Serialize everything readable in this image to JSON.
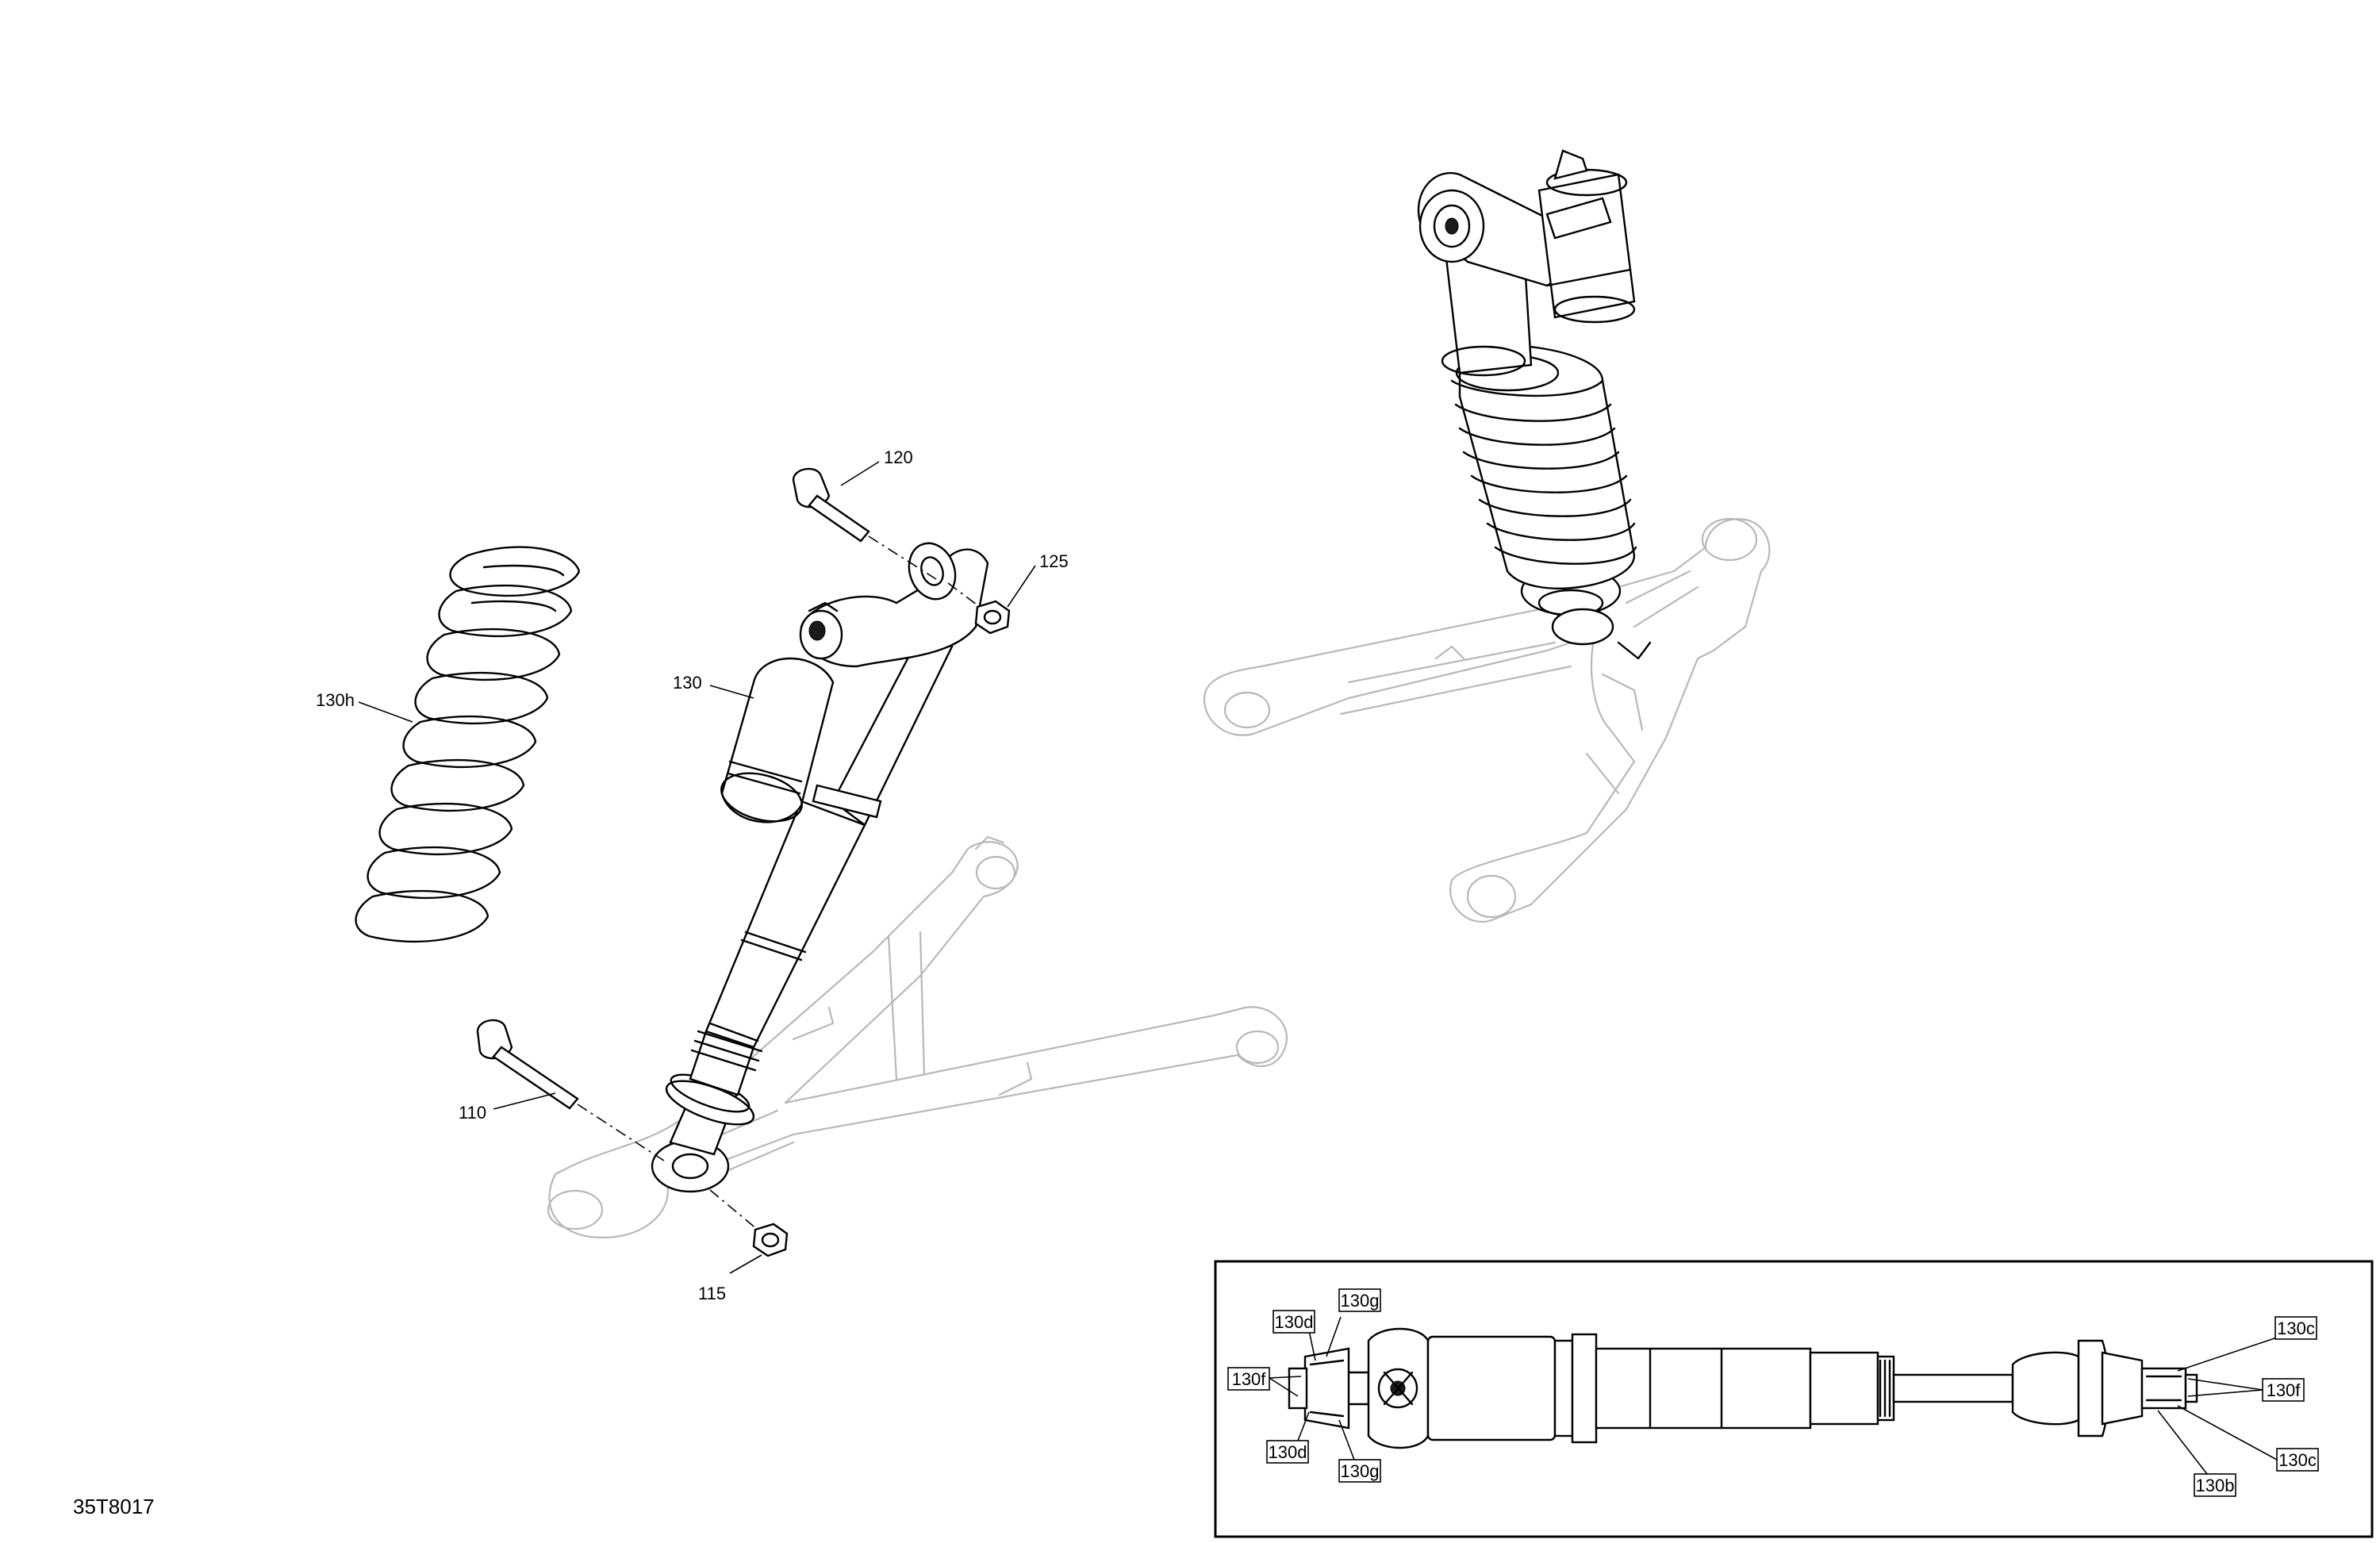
{
  "callouts": {
    "p120": "120",
    "p125": "125",
    "p130": "130",
    "p130h": "130h",
    "p110": "110",
    "p115": "115"
  },
  "inset": {
    "labels": {
      "d_top": "130d",
      "g_top": "130g",
      "f_left": "130f",
      "d_bottom": "130d",
      "g_bottom": "130g",
      "c_top": "130c",
      "f_right": "130f",
      "c_bottom": "130c",
      "b": "130b"
    }
  },
  "reference": "35T8017"
}
